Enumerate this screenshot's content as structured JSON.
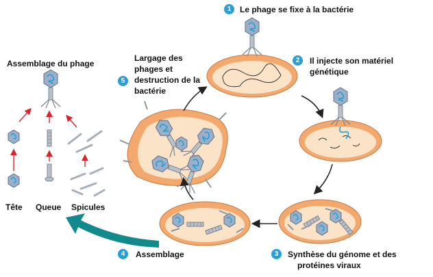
{
  "steps": [
    {
      "num": "1",
      "text": "Le phage se fixe à la bactérie"
    },
    {
      "num": "2",
      "line1": "Il injecte son matériel",
      "line2": "génétique"
    },
    {
      "num": "3",
      "line1": "Synthèse du génome et des",
      "line2": "protéines viraux"
    },
    {
      "num": "4",
      "text": "Assemblage"
    },
    {
      "num": "5",
      "line1": "Largage des",
      "line2": "phages et",
      "line3": "destruction de la",
      "line4": "bactérie"
    }
  ],
  "assembly": {
    "title": "Assemblage du phage",
    "parts": [
      "Tête",
      "Queue",
      "Spicules"
    ]
  },
  "colors": {
    "badge": "#2a9fd6",
    "cell_outer": "#f3a96d",
    "cell_inner": "#fbe3c8",
    "big_arrow": "#118a8c",
    "small_arrow": "#d7262b",
    "head": "#9bb0c8",
    "dna": "#1ba0d8"
  }
}
